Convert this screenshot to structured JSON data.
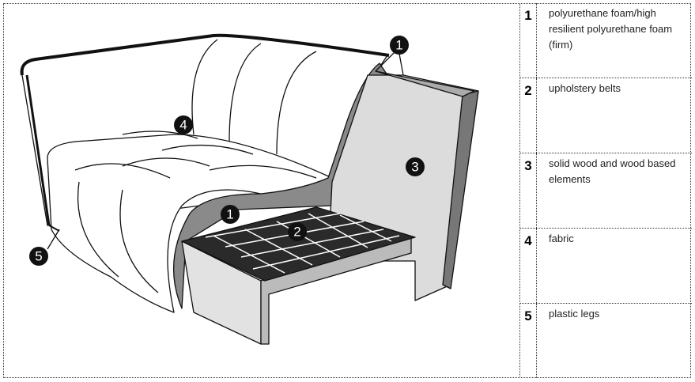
{
  "markers": [
    "1",
    "2",
    "3",
    "4",
    "5",
    "1"
  ],
  "legend": [
    {
      "number": "1",
      "text": "polyurethane foam/high resilient polyurethane foam (firm)"
    },
    {
      "number": "2",
      "text": "upholstery belts"
    },
    {
      "number": "3",
      "text": "solid wood and wood based elements"
    },
    {
      "number": "4",
      "text": "fabric"
    },
    {
      "number": "5",
      "text": "plastic legs"
    }
  ]
}
